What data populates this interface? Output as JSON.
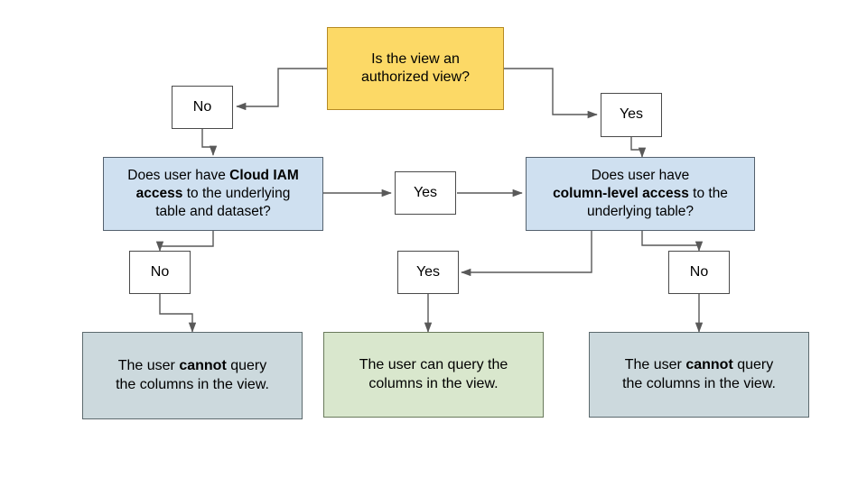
{
  "diagram": {
    "type": "flowchart",
    "title": "BigQuery authorized view and column-level access decision flow",
    "background_color": "#ffffff",
    "colors": {
      "decision_yellow": "#fcd966",
      "decision_blue": "#cfe0f0",
      "plain_white": "#ffffff",
      "terminal_gray": "#ccd9dd",
      "terminal_green": "#d9e7cd",
      "edge_stroke": "#595959"
    },
    "nodes": [
      {
        "id": "q-authorized-view",
        "kind": "decision",
        "style": "decision-yellow",
        "text_html": "Is the view an<br>authorized view?",
        "text_plain": "Is the view an authorized view?"
      },
      {
        "id": "label-no-top",
        "kind": "label",
        "style": "plain",
        "text_html": "No",
        "text_plain": "No"
      },
      {
        "id": "label-yes-top",
        "kind": "label",
        "style": "plain",
        "text_html": "Yes",
        "text_plain": "Yes"
      },
      {
        "id": "q-cloud-iam",
        "kind": "decision",
        "style": "decision-blue",
        "text_html": "Does user have <b>Cloud IAM<br>access</b> to the underlying<br>table and dataset?",
        "text_plain": "Does user have Cloud IAM access to the underlying table and dataset?"
      },
      {
        "id": "label-yes-middle",
        "kind": "label",
        "style": "plain",
        "text_html": "Yes",
        "text_plain": "Yes"
      },
      {
        "id": "q-column-level",
        "kind": "decision",
        "style": "decision-blue",
        "text_html": "Does user have<br><b>column-level access</b> to the<br>underlying table?",
        "text_plain": "Does user have column-level access to the underlying table?"
      },
      {
        "id": "label-no-left",
        "kind": "label",
        "style": "plain",
        "text_html": "No",
        "text_plain": "No"
      },
      {
        "id": "label-yes-lower",
        "kind": "label",
        "style": "plain",
        "text_html": "Yes",
        "text_plain": "Yes"
      },
      {
        "id": "label-no-right",
        "kind": "label",
        "style": "plain",
        "text_html": "No",
        "text_plain": "No"
      },
      {
        "id": "outcome-cannot-left",
        "kind": "terminal",
        "style": "term-gray",
        "text_html": "The user <b>cannot</b> query<br>the columns in the view.",
        "text_plain": "The user cannot query the columns in the view."
      },
      {
        "id": "outcome-can",
        "kind": "terminal",
        "style": "term-green",
        "text_html": "The user can query the<br>columns in the view.",
        "text_plain": "The user can query the columns in the view."
      },
      {
        "id": "outcome-cannot-right",
        "kind": "terminal",
        "style": "term-gray",
        "text_html": "The user <b>cannot</b> query<br>the columns in the view.",
        "text_plain": "The user cannot query the columns in the view."
      }
    ],
    "edges": [
      {
        "from": "q-authorized-view",
        "to": "label-no-top",
        "label": ""
      },
      {
        "from": "q-authorized-view",
        "to": "label-yes-top",
        "label": ""
      },
      {
        "from": "label-no-top",
        "to": "q-cloud-iam",
        "label": ""
      },
      {
        "from": "label-yes-top",
        "to": "q-column-level",
        "label": ""
      },
      {
        "from": "q-cloud-iam",
        "to": "label-yes-middle",
        "label": ""
      },
      {
        "from": "label-yes-middle",
        "to": "q-column-level",
        "label": ""
      },
      {
        "from": "q-cloud-iam",
        "to": "label-no-left",
        "label": ""
      },
      {
        "from": "label-no-left",
        "to": "outcome-cannot-left",
        "label": ""
      },
      {
        "from": "q-column-level",
        "to": "label-yes-lower",
        "label": ""
      },
      {
        "from": "label-yes-lower",
        "to": "outcome-can",
        "label": ""
      },
      {
        "from": "q-column-level",
        "to": "label-no-right",
        "label": ""
      },
      {
        "from": "label-no-right",
        "to": "outcome-cannot-right",
        "label": ""
      }
    ]
  }
}
